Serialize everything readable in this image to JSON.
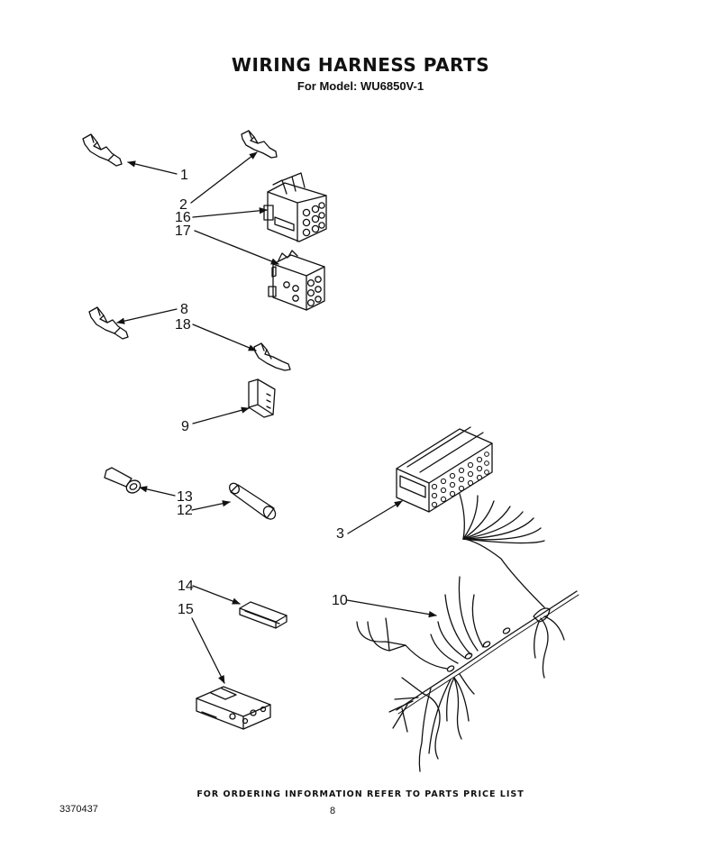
{
  "header": {
    "title": "WIRING HARNESS PARTS",
    "subtitle": "For Model: WU6850V-1"
  },
  "callouts": [
    "1",
    "2",
    "16",
    "17",
    "8",
    "18",
    "9",
    "13",
    "12",
    "3",
    "14",
    "15",
    "10"
  ],
  "footer": {
    "ordering_note": "FOR ORDERING INFORMATION REFER TO PARTS PRICE LIST",
    "document_number": "3370437",
    "page_number": "8"
  },
  "colors": {
    "ink": "#111111",
    "paper": "#ffffff"
  }
}
